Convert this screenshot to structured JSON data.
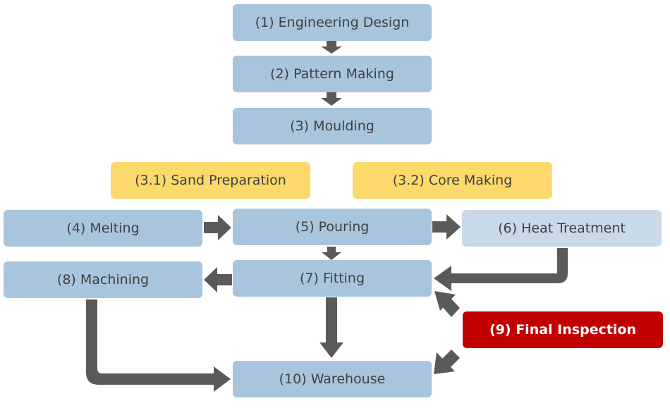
{
  "steps": {
    "engineering_design": "(1) Engineering Design",
    "pattern_making": "(2) Pattern Making",
    "moulding": "(3) Moulding",
    "sand_preparation": "(3.1) Sand Preparation",
    "core_making": "(3.2) Core Making",
    "melting": "(4) Melting",
    "pouring": "(5) Pouring",
    "heat_treatment": "(6) Heat Treatment",
    "fitting": "(7) Fitting",
    "machining": "(8) Machining",
    "final_inspection": "(9) Final Inspection",
    "warehouse": "(10) Warehouse"
  },
  "colors": {
    "process_box": "#a9c4dd",
    "sub_process_box": "#fcd96a",
    "heat_treatment_box": "#c9d9e8",
    "inspection_box": "#c00000",
    "arrow": "#5a5a5a"
  },
  "connections": [
    {
      "from": "(1) Engineering Design",
      "to": "(2) Pattern Making"
    },
    {
      "from": "(2) Pattern Making",
      "to": "(3) Moulding"
    },
    {
      "from": "(4) Melting",
      "to": "(5) Pouring"
    },
    {
      "from": "(5) Pouring",
      "to": "(6) Heat Treatment"
    },
    {
      "from": "(5) Pouring",
      "to": "(7) Fitting"
    },
    {
      "from": "(6) Heat Treatment",
      "to": "(7) Fitting"
    },
    {
      "from": "(7) Fitting",
      "to": "(8) Machining"
    },
    {
      "from": "(7) Fitting",
      "to": "(10) Warehouse"
    },
    {
      "from": "(8) Machining",
      "to": "(10) Warehouse"
    },
    {
      "from": "(9) Final Inspection",
      "to": "(7) Fitting"
    },
    {
      "from": "(9) Final Inspection",
      "to": "(10) Warehouse"
    }
  ]
}
